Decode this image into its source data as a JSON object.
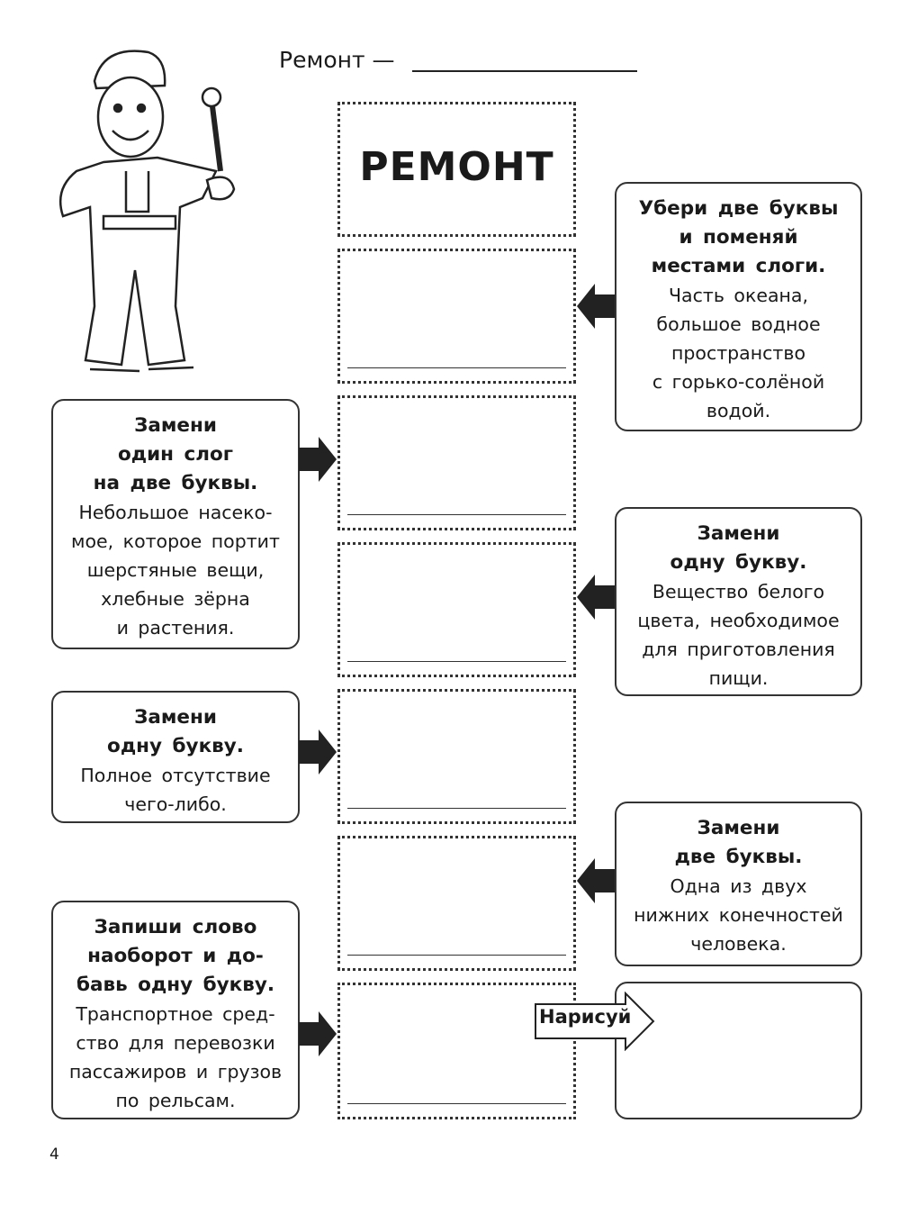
{
  "header": {
    "label": "Ремонт —"
  },
  "title_word": "РЕМОНТ",
  "cards": [
    {
      "bold": [
        "Убери две буквы",
        "и поменяй",
        "местами слоги."
      ],
      "text": [
        "Часть океана,",
        "большое водное",
        "пространство",
        "с горько-солёной",
        "водой."
      ]
    },
    {
      "bold": [
        "Замени",
        "один слог",
        "на две буквы."
      ],
      "text": [
        "Небольшое насеко-",
        "мое, которое портит",
        "шерстяные вещи,",
        "хлебные зёрна",
        "и растения."
      ]
    },
    {
      "bold": [
        "Замени",
        "одну букву."
      ],
      "text": [
        "Вещество белого",
        "цвета, необходимое",
        "для приготовления",
        "пищи."
      ]
    },
    {
      "bold": [
        "Замени",
        "одну букву."
      ],
      "text": [
        "Полное отсутствие",
        "чего-либо."
      ]
    },
    {
      "bold": [
        "Замени",
        "две буквы."
      ],
      "text": [
        "Одна из двух",
        "нижних конечностей",
        "человека."
      ]
    },
    {
      "bold": [
        "Запиши слово",
        "наоборот и до-",
        "бавь одну букву."
      ],
      "text": [
        "Транспортное сред-",
        "ство для перевозки",
        "пассажиров и грузов",
        "по рельсам."
      ]
    }
  ],
  "draw_label": "Нарисуй",
  "page_number": "4"
}
